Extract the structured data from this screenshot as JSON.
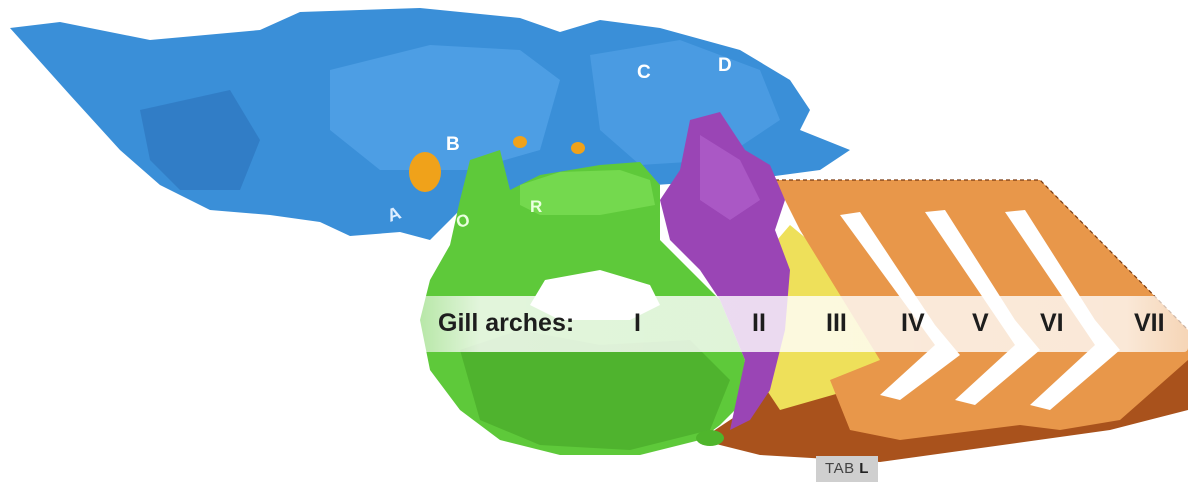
{
  "scene": {
    "colors": {
      "skull_blue": "#3a8fd8",
      "skull_blue_dark": "#2a6fb8",
      "green_model": "#5ec93a",
      "green_dark": "#3f9e22",
      "purple_model": "#9a45b5",
      "yellow_arch": "#eee05a",
      "orange_arch": "#e8974a",
      "brown_arch": "#a9521c",
      "hole_orange": "#f0a21a"
    },
    "skull_letters": [
      "A",
      "B",
      "C",
      "D"
    ],
    "green_letters": [
      "O",
      "R"
    ]
  },
  "banner": {
    "title": "Gill arches:",
    "numerals": [
      "I",
      "II",
      "III",
      "IV",
      "V",
      "VI",
      "VII"
    ]
  },
  "tab": {
    "prefix": "TAB",
    "key": "L"
  }
}
